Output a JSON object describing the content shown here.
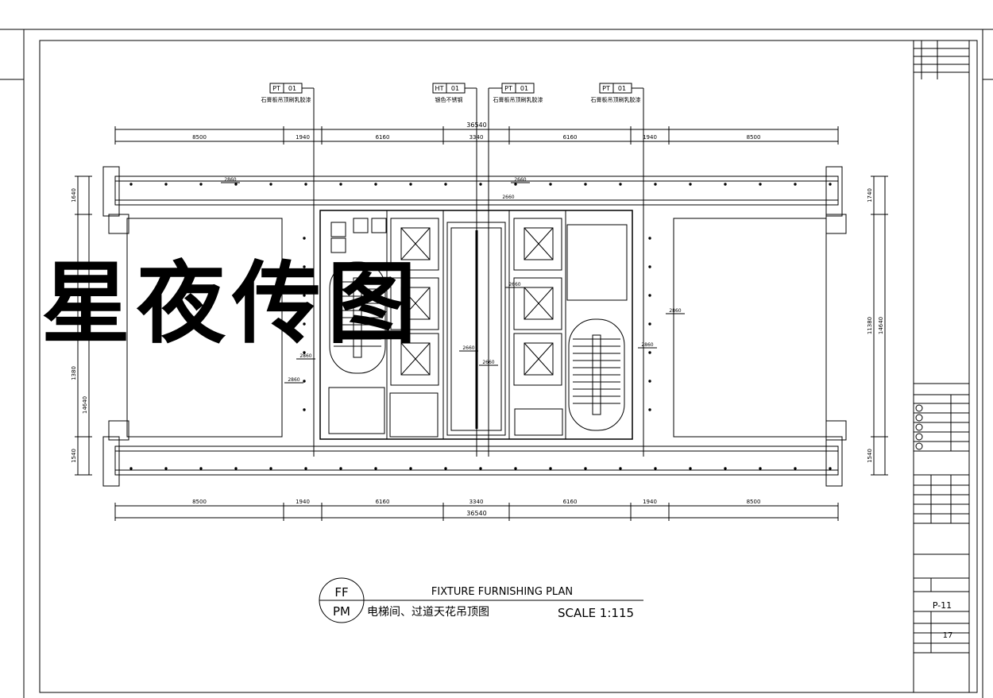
{
  "tags": [
    {
      "code": "PT",
      "num": "01",
      "label": "石膏板吊顶刷乳胶漆"
    },
    {
      "code": "HT",
      "num": "01",
      "label": "银色不锈钢"
    },
    {
      "code": "PT",
      "num": "01",
      "label": "石膏板吊顶刷乳胶漆"
    },
    {
      "code": "PT",
      "num": "01",
      "label": "石膏板吊顶刷乳胶漆"
    }
  ],
  "dimensions": {
    "total": "36540",
    "segments": [
      "8500",
      "1940",
      "6160",
      "3340",
      "6160",
      "1940",
      "8500"
    ],
    "left": [
      "1640",
      "1380",
      "1540"
    ],
    "left_total": "14640",
    "right": [
      "1740",
      "11380",
      "1540"
    ],
    "right_total": "14640",
    "ceiling_heights": [
      "2860",
      "2660",
      "2660",
      "2860",
      "2860",
      "2660",
      "2660",
      "2660",
      "2860",
      "2860"
    ]
  },
  "title": {
    "circle_top": "FF",
    "circle_bottom": "PM",
    "english": "FIXTURE FURNISHING PLAN",
    "chinese": "电梯间、过道天花吊顶图",
    "scale": "SCALE 1:115"
  },
  "title_block": {
    "drawing_no": "P-11",
    "sheet": "17"
  },
  "watermark": "星夜传图"
}
